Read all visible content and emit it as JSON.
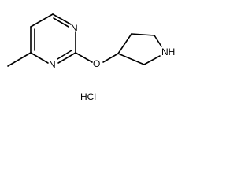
{
  "molecule": {
    "atoms": {
      "n_upper": "N",
      "n_lower": "N",
      "o_ether": "O",
      "n_amine": "NH"
    },
    "salt": "HCl"
  }
}
